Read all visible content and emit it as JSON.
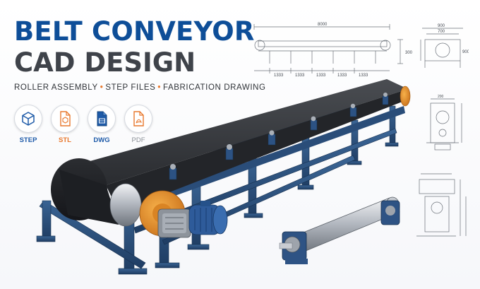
{
  "title": {
    "line1": "BELT CONVEYOR",
    "line2": "CAD DESIGN"
  },
  "subtitle": {
    "items": [
      "ROLLER ASSEMBLY",
      "STEP FILES",
      "FABRICATION DRAWING"
    ]
  },
  "formats": [
    {
      "label": "STEP",
      "icon": "cube-icon",
      "color": "#1d5aa8"
    },
    {
      "label": "STL",
      "icon": "stl-file-icon",
      "color": "#e8782d"
    },
    {
      "label": "DWG",
      "icon": "dwg-file-icon",
      "color": "#1d5aa8"
    },
    {
      "label": "PDF",
      "icon": "pdf-file-icon",
      "color": "#8a8f96"
    }
  ],
  "drawing_side": {
    "dims": [
      "8000",
      "900",
      "700",
      "900",
      "200",
      "300",
      "1333",
      "1333",
      "1333",
      "1333",
      "1333"
    ]
  },
  "colors": {
    "title_blue": "#0e4e98",
    "title_gray": "#3f434a",
    "frame_blue": "#2b4f78",
    "pulley_orange": "#e8902a",
    "belt_black": "#2a2c30"
  }
}
